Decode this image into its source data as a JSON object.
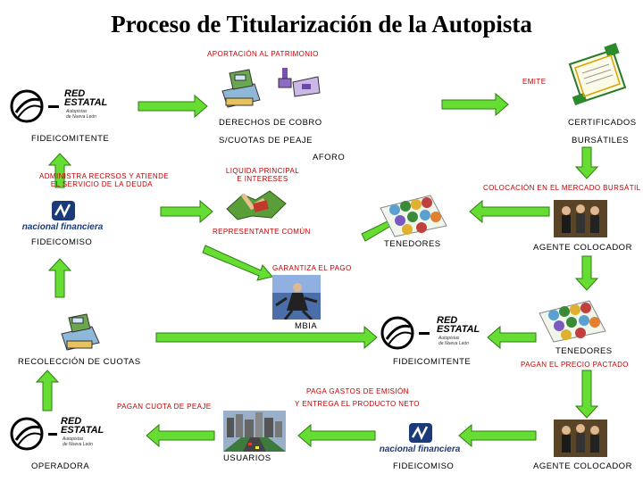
{
  "title": "Proceso de Titularización de la Autopista",
  "red_estatal": {
    "line1": "RED",
    "line2": "ESTATAL",
    "sub1": "Autopistas",
    "sub2": "de Nueva León"
  },
  "nacional_financiera": "nacional financiera",
  "labels": {
    "aportacion": "APORTACIÓN AL PATRIMONIO",
    "emite": "EMITE",
    "derechos": "DERECHOS DE COBRO",
    "cuotas_peaje": "S/CUOTAS DE PEAJE",
    "certificados": "CERTIFICADOS",
    "bursatiles": "BURSÁTILES",
    "fideicomitente_1": "FIDEICOMITENTE",
    "aforo": "AFORO",
    "administra_1": "ADMINISTRA RECRSOS Y ATIENDE",
    "administra_2": "EL SERVICIO DE LA DEUDA",
    "liquida_1": "LIQUIDA PRINCIPAL",
    "liquida_2": "E INTERESES",
    "colocacion": "COLOCACIÓN EN EL MERCADO BURSÁTIL",
    "representante": "REPRESENTANTE COMÚN",
    "fideicomiso_1": "FIDEICOMISO",
    "tenedores_1": "TENEDORES",
    "agente_1": "AGENTE COLOCADOR",
    "garantiza": "GARANTIZA EL PAGO",
    "mbia": "MBIA",
    "tenedores_2": "TENEDORES",
    "recoleccion": "RECOLECCIÓN DE CUOTAS",
    "fideicomitente_2": "FIDEICOMITENTE",
    "pagan_precio": "PAGAN EL PRECIO PACTADO",
    "paga_gastos": "PAGA GASTOS DE EMISIÓN",
    "entrega_producto": "Y ENTREGA EL PRODUCTO NETO",
    "pagan_cuota": "PAGAN CUOTA DE PEAJE",
    "usuarios": "USUARIOS",
    "operadora": "OPERADORA",
    "fideicomiso_2": "FIDEICOMISO",
    "agente_2": "AGENTE COLOCADOR"
  },
  "colors": {
    "arrow_fill": "#66dd33",
    "arrow_stroke": "#2e7d10",
    "accent_red": "#c00000"
  },
  "icons": [
    "cash-register-icon",
    "toll-booth-icon",
    "certificate-scroll-icon",
    "crowd-icon",
    "handshake-icon",
    "businessman-icon",
    "city-highway-icon"
  ]
}
